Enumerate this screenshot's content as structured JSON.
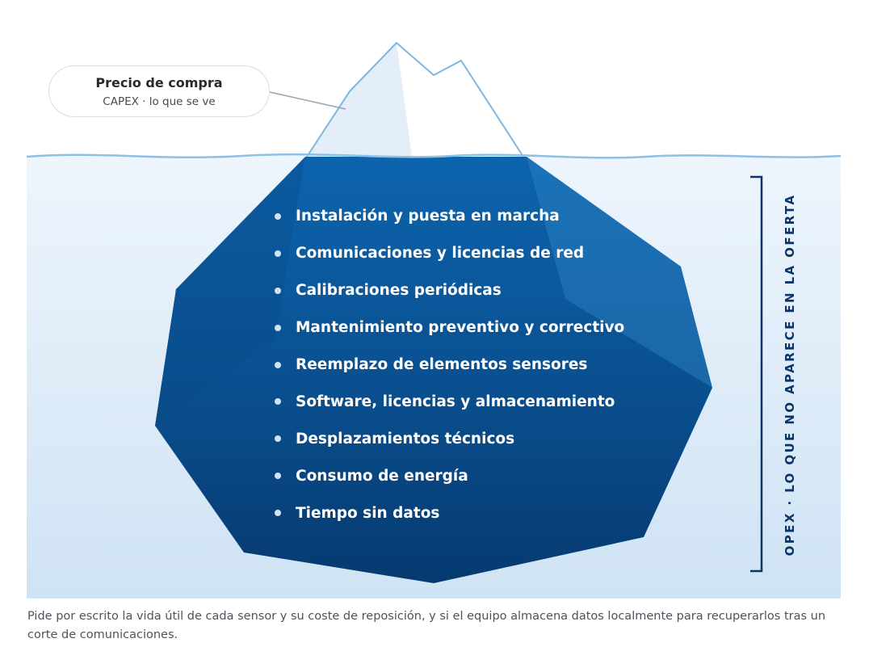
{
  "callout": {
    "title": "Precio de compra",
    "subtitle": "CAPEX · lo que se ve"
  },
  "hidden_costs": [
    {
      "label": "Instalación y puesta en marcha"
    },
    {
      "label": "Comunicaciones y licencias de red"
    },
    {
      "label": "Calibraciones periódicas"
    },
    {
      "label": "Mantenimiento preventivo y correctivo"
    },
    {
      "label": "Reemplazo de elementos sensores"
    },
    {
      "label": "Software, licencias y almacenamiento"
    },
    {
      "label": "Desplazamientos técnicos"
    },
    {
      "label": "Consumo de energía"
    },
    {
      "label": "Tiempo sin datos",
      "emphasis": true
    }
  ],
  "side_label": "OPEX · LO QUE NO APARECE EN LA OFERTA",
  "footnote": "Pide por escrito la vida útil de cada sensor y su coste de reposición, y si el equipo almacena datos localmente para recuperarlos tras un corte de comunicaciones.",
  "colors": {
    "water_top": "#eef5fc",
    "water_bottom": "#cfe3f4",
    "ice_outline": "#7fb6de",
    "ice_fill": "#e6f0f9",
    "berg_top": "#0c64ad",
    "berg_bottom": "#073a72",
    "bracket": "#0b3566"
  },
  "icons": {
    "callout_pointer": "leader-line",
    "list_marker": "bullet-dot",
    "side_bracket": "right-bracket"
  }
}
